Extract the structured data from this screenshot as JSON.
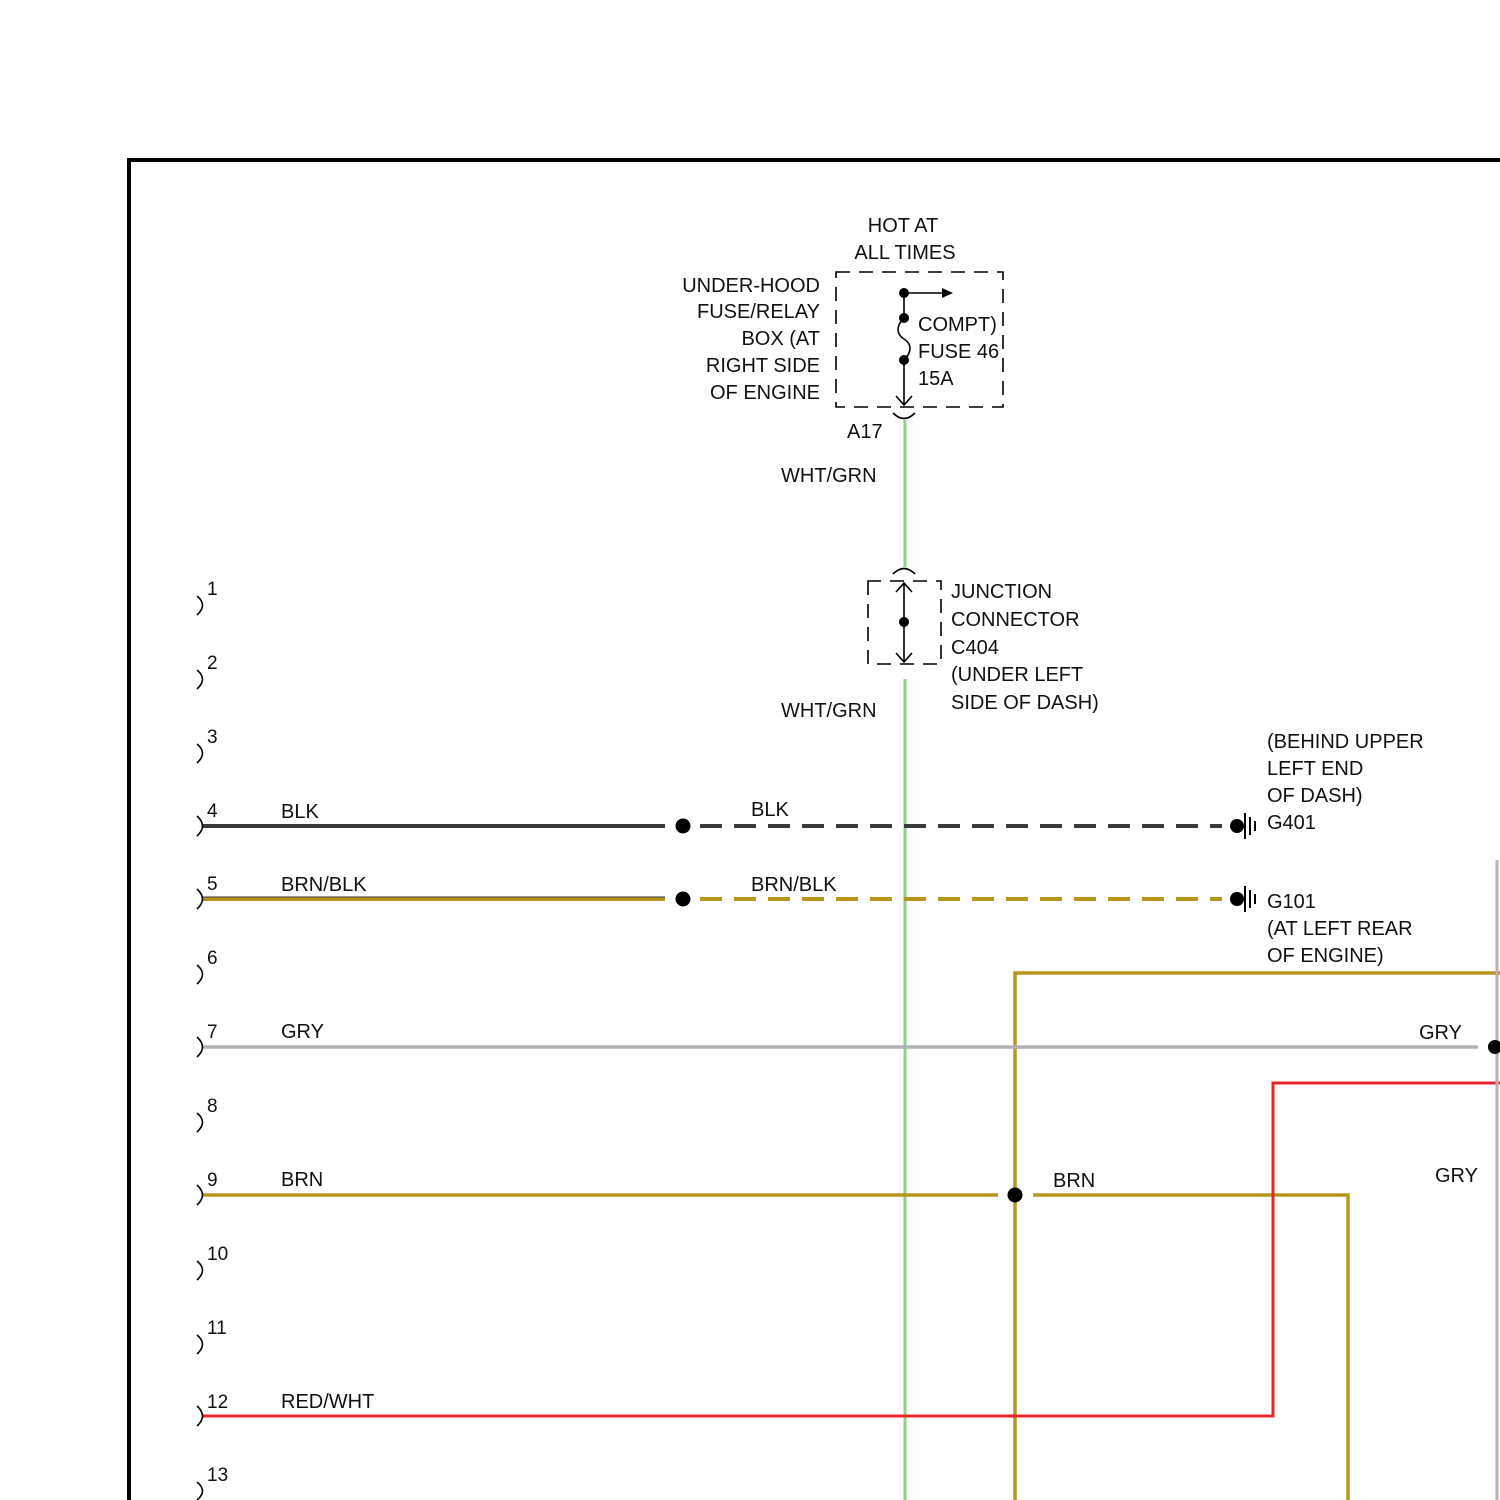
{
  "fuse_box": {
    "heading_lines": [
      "HOT AT",
      "ALL TIMES"
    ],
    "location_lines": [
      "UNDER-HOOD",
      "FUSE/RELAY",
      "BOX (AT",
      "RIGHT SIDE",
      "OF ENGINE"
    ],
    "fuse_lines": [
      "COMPT)",
      "FUSE 46",
      "15A"
    ],
    "terminal": "A17"
  },
  "junction": {
    "label_lines": [
      "JUNCTION",
      "CONNECTOR",
      "C404",
      "(UNDER LEFT",
      "SIDE OF DASH)"
    ]
  },
  "wires": {
    "feed_upper": "WHT/GRN",
    "feed_lower": "WHT/GRN",
    "pin4_left": "BLK",
    "pin4_right": "BLK",
    "pin5_left": "BRN/BLK",
    "pin5_right": "BRN/BLK",
    "pin7_left": "GRY",
    "pin7_right": "GRY",
    "pin9_left": "BRN",
    "pin9_right": "BRN",
    "pin12_left": "RED/WHT",
    "gry_far_right": "GRY"
  },
  "grounds": {
    "g401_location_lines": [
      "(BEHIND UPPER",
      "LEFT END",
      "OF DASH)"
    ],
    "g401": "G401",
    "g101": "G101",
    "g101_location_lines": [
      "(AT LEFT REAR",
      "OF ENGINE)"
    ]
  },
  "connector_pins": [
    "1",
    "2",
    "3",
    "4",
    "5",
    "6",
    "7",
    "8",
    "9",
    "10",
    "11",
    "12",
    "13"
  ],
  "wire_colors": {
    "WHT/GRN": "#8fd18a",
    "BLK": "#3a3a3a",
    "BRN/BLK": "#b8961e",
    "GRY": "#b3b3b3",
    "BRN": "#b8961e",
    "RED/WHT": "#e8252a"
  }
}
